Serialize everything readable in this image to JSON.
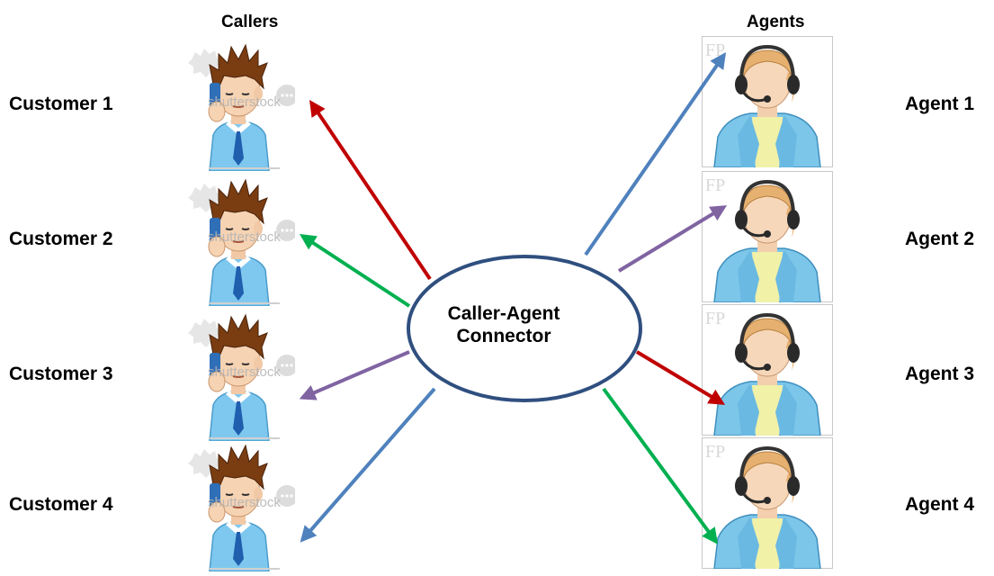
{
  "headers": {
    "callers": "Callers",
    "agents": "Agents"
  },
  "callers": [
    {
      "label": "Customer 1"
    },
    {
      "label": "Customer 2"
    },
    {
      "label": "Customer 3"
    },
    {
      "label": "Customer 4"
    }
  ],
  "agents": [
    {
      "label": "Agent 1"
    },
    {
      "label": "Agent 2"
    },
    {
      "label": "Agent 3"
    },
    {
      "label": "Agent 4"
    }
  ],
  "connector": {
    "line1": "Caller-Agent",
    "line2": "Connector"
  },
  "watermarks": {
    "caller": "shutterstock"
  },
  "colors": {
    "red": "#c00000",
    "green": "#00b050",
    "purple": "#8064a2",
    "blue": "#4f81bd",
    "ellipse_stroke": "#2f4f7f"
  },
  "icons": {
    "caller": "man-on-phone-icon",
    "agent": "headset-agent-icon"
  }
}
